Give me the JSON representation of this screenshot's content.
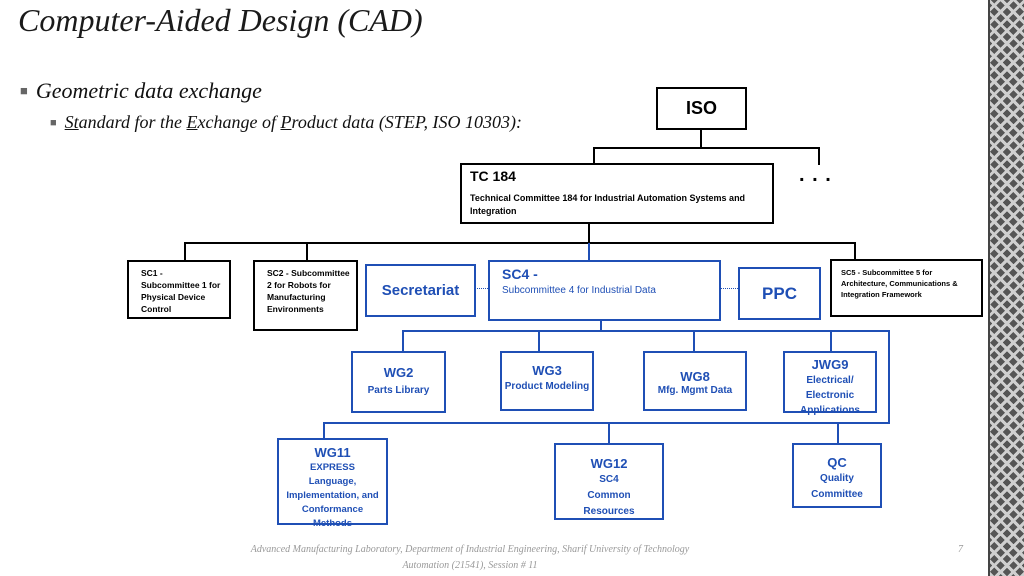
{
  "slide": {
    "title": "Computer-Aided Design (CAD)",
    "bullet1": "Geometric data exchange",
    "bullet2": {
      "p1": "St",
      "p2": "andard for the ",
      "p3": "E",
      "p4": "xchange of ",
      "p5": "P",
      "p6": "roduct data (STEP, ISO 10303):"
    },
    "page_number": "7",
    "footer_line1": "Advanced Manufacturing Laboratory, Department of Industrial Engineering, Sharif University of Technology",
    "footer_line2": "Automation (21541), Session # 11"
  },
  "diagram": {
    "iso": "ISO",
    "ellipsis": ". . .",
    "tc184": {
      "title": "TC 184",
      "desc": "Technical Committee 184 for Industrial Automation Systems and Integration"
    },
    "sc1": "SC1 - Subcommittee 1 for Physical Device Control",
    "sc2": "SC2 - Subcommittee 2 for Robots for Manufacturing Environments",
    "secretariat": "Secretariat",
    "sc4": {
      "title": "SC4 -",
      "desc": "Subcommittee 4 for Industrial Data"
    },
    "ppc": "PPC",
    "sc5": "SC5 -  Subcommittee 5 for Architecture, Communications & Integration Framework",
    "wg2": {
      "title": "WG2",
      "desc": "Parts Library"
    },
    "wg3": {
      "title": "WG3",
      "desc": "Product Modeling"
    },
    "wg8": {
      "title": "WG8",
      "desc": "Mfg. Mgmt Data"
    },
    "jwg9": {
      "title": "JWG9",
      "desc": "Electrical/ Electronic Applications"
    },
    "wg11": {
      "title": "WG11",
      "desc": "EXPRESS Language, Implementation, and Conformance Methods"
    },
    "wg12": {
      "title": "WG12",
      "desc": "SC4 Common Resources"
    },
    "qc": {
      "title": "QC",
      "desc": "Quality Committee"
    }
  }
}
